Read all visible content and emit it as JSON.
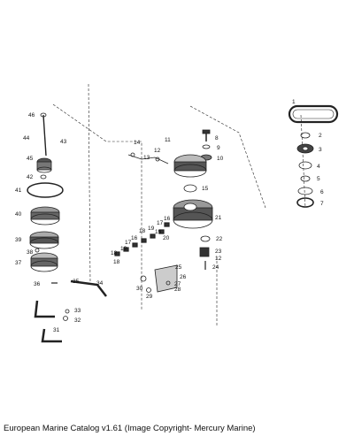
{
  "diagram": {
    "part_labels": [
      "1",
      "2",
      "3",
      "4",
      "5",
      "6",
      "7",
      "8",
      "9",
      "10",
      "11",
      "12",
      "13",
      "14",
      "15",
      "16",
      "17",
      "18",
      "19",
      "20",
      "21",
      "22",
      "23",
      "24",
      "25",
      "26",
      "27",
      "28",
      "29",
      "30",
      "31",
      "32",
      "33",
      "34",
      "35",
      "36",
      "37",
      "38",
      "39",
      "40",
      "41",
      "42",
      "43",
      "44",
      "45",
      "46"
    ],
    "extra_labels": [
      "16",
      "17",
      "18",
      "19",
      "18",
      "19",
      "12"
    ]
  },
  "caption": "European Marine Catalog v1.61 (Image Copyright- Mercury Marine)"
}
